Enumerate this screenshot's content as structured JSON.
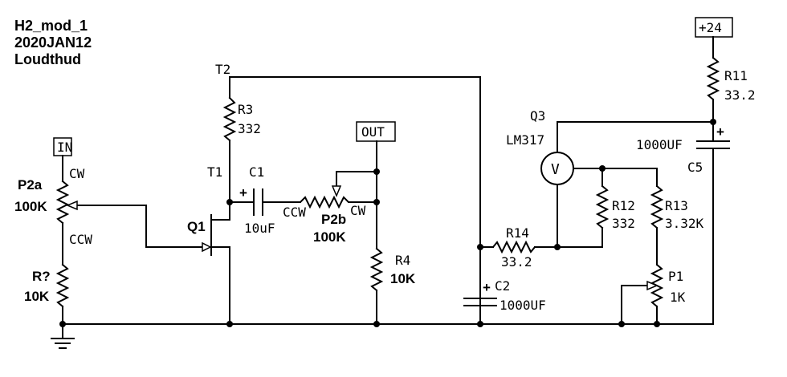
{
  "header": {
    "name": "H2_mod_1",
    "date": "2020JAN12",
    "author": "Loudthud"
  },
  "ports": {
    "input": "IN",
    "output": "OUT",
    "supply": "+24"
  },
  "components": {
    "p2a": {
      "ref": "P2a",
      "value": "100K",
      "cw": "CW",
      "ccw": "CCW"
    },
    "r_unk": {
      "ref": "R?",
      "value": "10K"
    },
    "q1": {
      "ref": "Q1"
    },
    "t1": {
      "ref": "T1"
    },
    "t2": {
      "ref": "T2"
    },
    "r3": {
      "ref": "R3",
      "value": "332"
    },
    "c1": {
      "ref": "C1",
      "value": "10uF",
      "polarity": "+"
    },
    "p2b": {
      "ref": "P2b",
      "value": "100K",
      "cw": "CW",
      "ccw": "CCW"
    },
    "r4": {
      "ref": "R4",
      "value": "10K"
    },
    "c2": {
      "ref": "C2",
      "value": "1000UF",
      "polarity": "+"
    },
    "r14": {
      "ref": "R14",
      "value": "33.2"
    },
    "q3": {
      "ref": "Q3",
      "part": "LM317",
      "symbol": "V"
    },
    "r12": {
      "ref": "R12",
      "value": "332"
    },
    "r13": {
      "ref": "R13",
      "value": "3.32K"
    },
    "p1": {
      "ref": "P1",
      "value": "1K"
    },
    "r11": {
      "ref": "R11",
      "value": "33.2"
    },
    "c5": {
      "ref": "C5",
      "value": "1000UF",
      "polarity": "+"
    }
  }
}
